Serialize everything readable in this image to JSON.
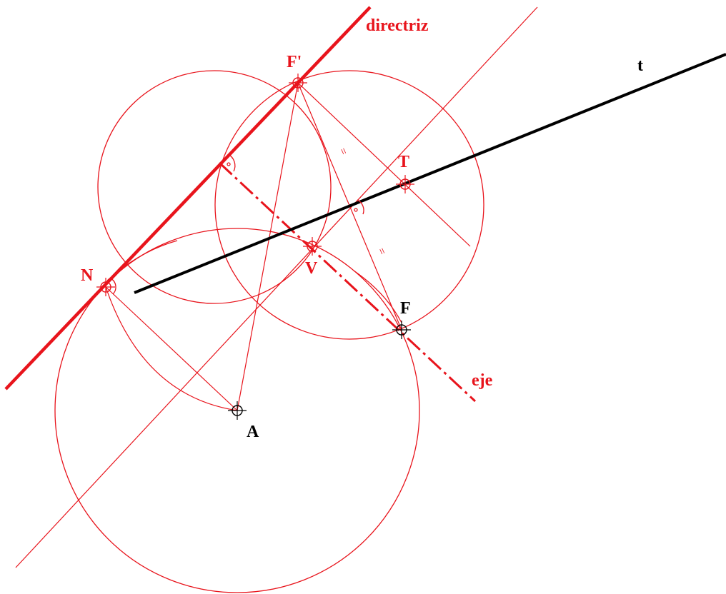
{
  "colors": {
    "construction": "#e8141c",
    "black": "#000000"
  },
  "labels": {
    "directriz": "directriz",
    "t": "t",
    "f_prime": "F'",
    "T": "T",
    "N": "N",
    "V": "V",
    "F": "F",
    "eje": "eje",
    "A": "A"
  },
  "equal_marks": {
    "upper": "=",
    "lower": "="
  }
}
